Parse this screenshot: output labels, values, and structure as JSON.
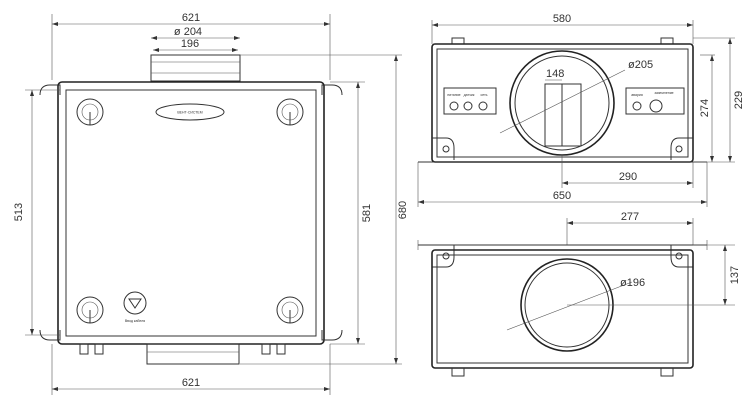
{
  "dimensions": {
    "front_width_top": "621",
    "front_width_bottom": "621",
    "spigot_dia": "ø 204",
    "spigot_width": "196",
    "mount_spacing": "513",
    "body_height": "581",
    "overall_height": "680",
    "side_width": "580",
    "side_circle_dia": "ø205",
    "side_inner": "148",
    "side_overall_width": "650",
    "side_offset": "290",
    "side_height_a": "274",
    "side_height_b": "229",
    "bottom_offset": "277",
    "bottom_circle_dia": "ø196",
    "bottom_height": "137"
  },
  "labels": {
    "brand": "ВЕНТ-СИСТЕМ",
    "panel_left_1": "питание",
    "panel_left_2": "датчик",
    "panel_left_3": "сеть",
    "panel_right_1": "авария",
    "panel_right_2": "заземление",
    "drain_label": "Ввод кабеля"
  }
}
